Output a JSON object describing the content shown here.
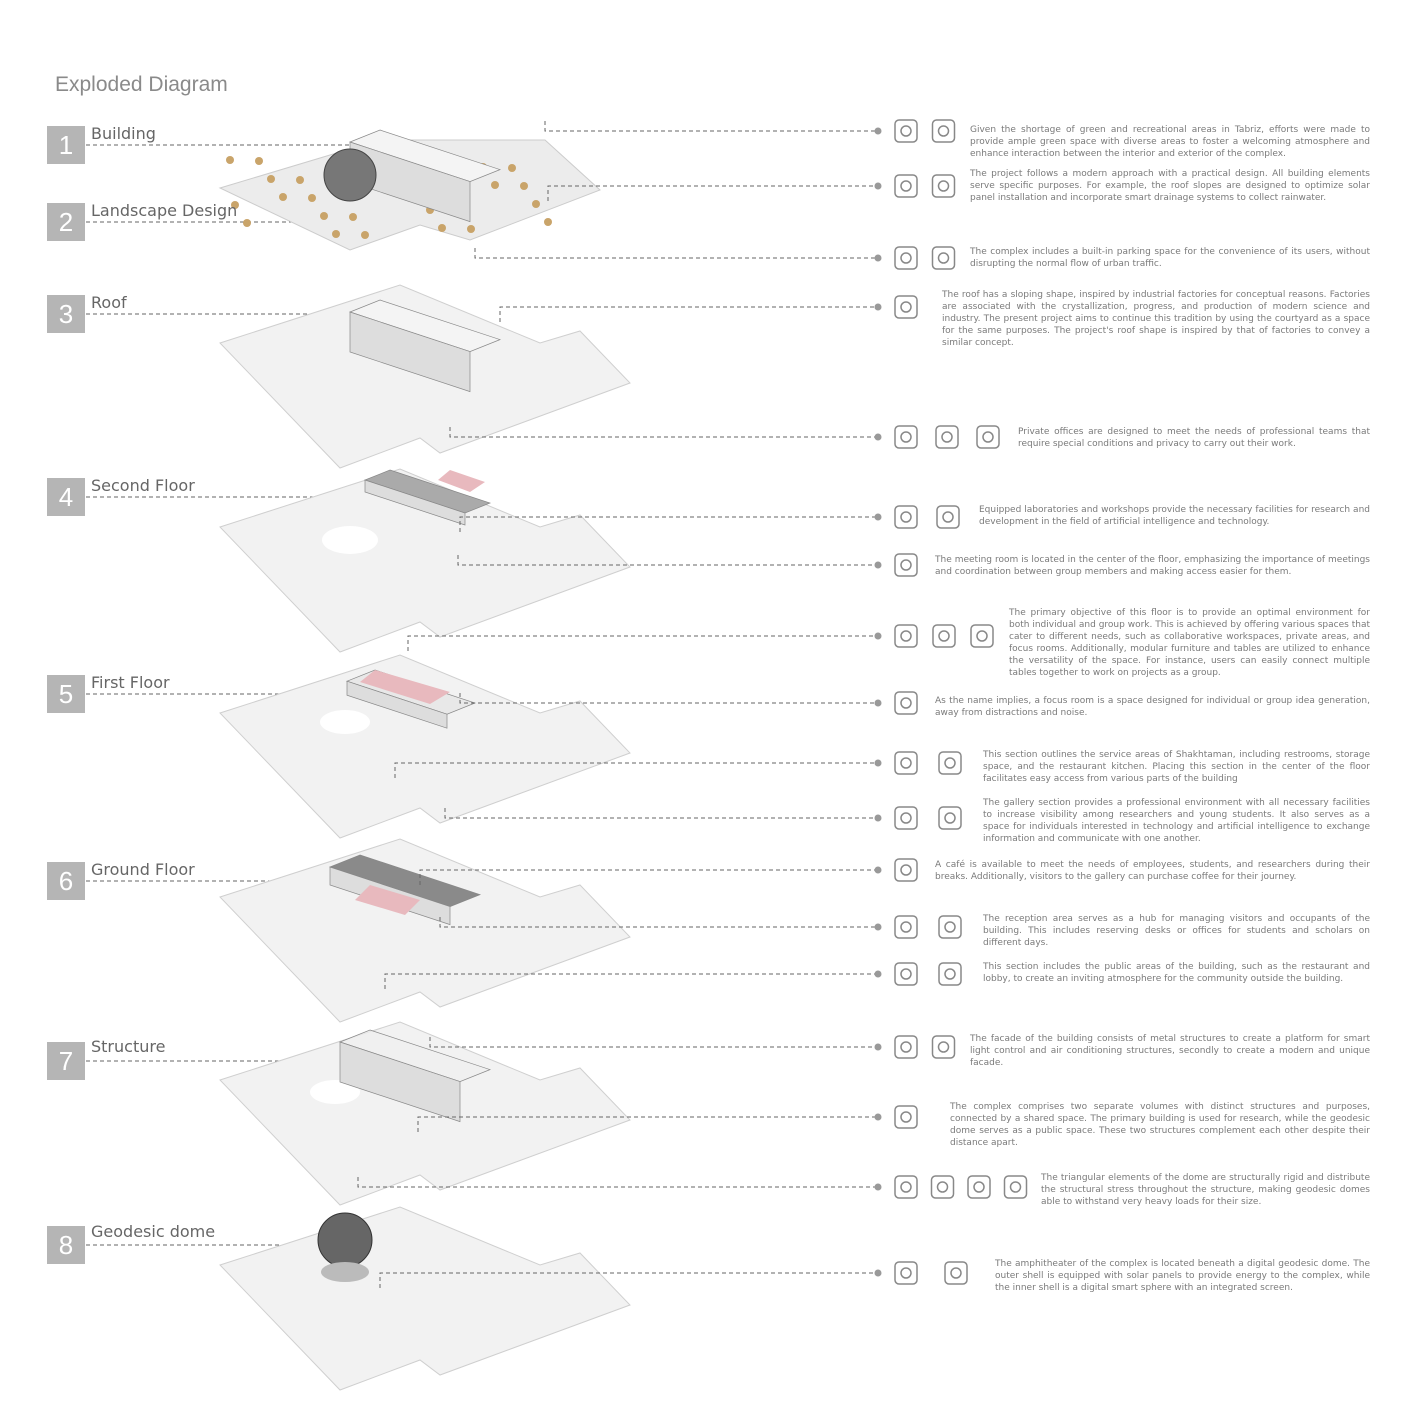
{
  "title": "Exploded Diagram",
  "layers": [
    {
      "num": "1",
      "label": "Building"
    },
    {
      "num": "2",
      "label": "Landscape Design"
    },
    {
      "num": "3",
      "label": "Roof"
    },
    {
      "num": "4",
      "label": "Second Floor"
    },
    {
      "num": "5",
      "label": "First Floor"
    },
    {
      "num": "6",
      "label": "Ground Floor"
    },
    {
      "num": "7",
      "label": "Structure"
    },
    {
      "num": "8",
      "label": "Geodesic dome"
    }
  ],
  "notes": [
    {
      "icons": [
        "tree-icon",
        "path-icon"
      ],
      "text": "Given the shortage of green and recreational areas in Tabriz, efforts were made to provide ample green space with diverse areas to foster a welcoming atmosphere and enhance interaction between the interior and exterior of the complex."
    },
    {
      "icons": [
        "ai-chip-icon",
        "ai-bulb-icon"
      ],
      "text": "The project follows a modern approach with a practical design. All building elements serve specific purposes. For example, the roof slopes are designed to optimize solar panel installation and incorporate smart drainage systems to collect rainwater."
    },
    {
      "icons": [
        "parking-icon",
        "parking-lot-icon"
      ],
      "text": "The complex includes a built-in parking space for the convenience of its users, without disrupting the normal flow of urban traffic."
    },
    {
      "icons": [
        "factory-icon"
      ],
      "text": "The roof has a sloping shape, inspired by industrial factories for conceptual reasons.  Factories are associated with the crystallization, progress, and production of modern science and industry. The present project aims to continue this tradition by using the courtyard as a space for the same purposes. The project's roof shape is inspired by that of factories to convey a similar concept."
    },
    {
      "icons": [
        "desk-icon",
        "meeting-icon",
        "private-user-icon"
      ],
      "text": "Private offices are designed to meet the needs of professional teams that require special conditions and privacy to carry out their work."
    },
    {
      "icons": [
        "lab-icon",
        "checklist-icon"
      ],
      "text": "Equipped laboratories and workshops provide the necessary facilities for research and development in the field of artificial intelligence and technology."
    },
    {
      "icons": [
        "meeting-room-icon"
      ],
      "text": "The meeting room is located in the center of the floor, emphasizing the importance of meetings and coordination between group members and making access easier for them."
    },
    {
      "icons": [
        "workspace-icon",
        "modular-tables-icon",
        "group-work-icon"
      ],
      "text": "The primary objective of this floor is to provide an optimal environment for both individual and group work. This is achieved by offering various spaces that cater to different needs, such as collaborative workspaces, private areas, and focus rooms. Additionally, modular furniture and tables are utilized to enhance the versatility of the space. For instance, users can easily connect multiple tables together to work on projects as a group."
    },
    {
      "icons": [
        "focus-group-icon"
      ],
      "text": "As the name implies, a focus room is a space designed for individual or group idea generation, away from distractions and noise."
    },
    {
      "icons": [
        "restroom-icon",
        "kitchen-icon"
      ],
      "text": "This section outlines the service areas of Shakhtaman, including restrooms, storage space, and the restaurant kitchen. Placing this section in the center of the floor facilitates easy access from various parts of the building"
    },
    {
      "icons": [
        "gallery-icon",
        "ai-screen-icon"
      ],
      "text": "The gallery section provides a professional environment with all necessary facilities to increase visibility among researchers and young students. It also serves as a space for individuals interested in technology and artificial intelligence to exchange information and communicate with one another."
    },
    {
      "icons": [
        "coffee-icon"
      ],
      "text": "A café is available to meet the needs of employees, students, and researchers during their breaks. Additionally, visitors to the gallery can purchase coffee for their journey."
    },
    {
      "icons": [
        "entrance-icon",
        "reception-icon"
      ],
      "text": "The reception area serves as a hub for managing visitors and occupants of the building. This includes reserving desks or offices for students and scholars on different days."
    },
    {
      "icons": [
        "lobby-icon",
        "restaurant-icon"
      ],
      "text": "This section includes the public areas of the building, such as the restaurant and lobby, to create an inviting atmosphere for the community outside the building."
    },
    {
      "icons": [
        "fire-escape-icon",
        "stairs-icon"
      ],
      "text": "The facade of the building consists of metal structures to create a platform for smart light control and air conditioning structures, secondly to create a modern and unique facade."
    },
    {
      "icons": [
        "structure-icon"
      ],
      "text": "The complex comprises two separate volumes with distinct structures and purposes, connected by a shared space. The primary building is used for research, while the geodesic dome serves as a public space. These two structures complement each other despite their distance apart."
    },
    {
      "icons": [
        "icosahedron-icon",
        "triangle-grid-icon",
        "frequency-icon",
        "dome-icon"
      ],
      "text": "The triangular elements of the dome are structurally rigid and distribute the structural stress throughout the structure, making geodesic domes able to withstand very heavy loads for their size."
    },
    {
      "icons": [
        "dome-shell-icon",
        "amphitheater-icon"
      ],
      "text": "The amphitheater of the complex is located beneath a digital geodesic dome.  The outer shell is equipped with solar panels to provide energy to the complex, while the inner shell is a digital smart sphere with an integrated screen."
    }
  ],
  "colors": {
    "slab": "#f2f2f2",
    "edge": "#cfcfcf",
    "accent_pink": "#e8b9be",
    "box": "#b5b5b5"
  }
}
